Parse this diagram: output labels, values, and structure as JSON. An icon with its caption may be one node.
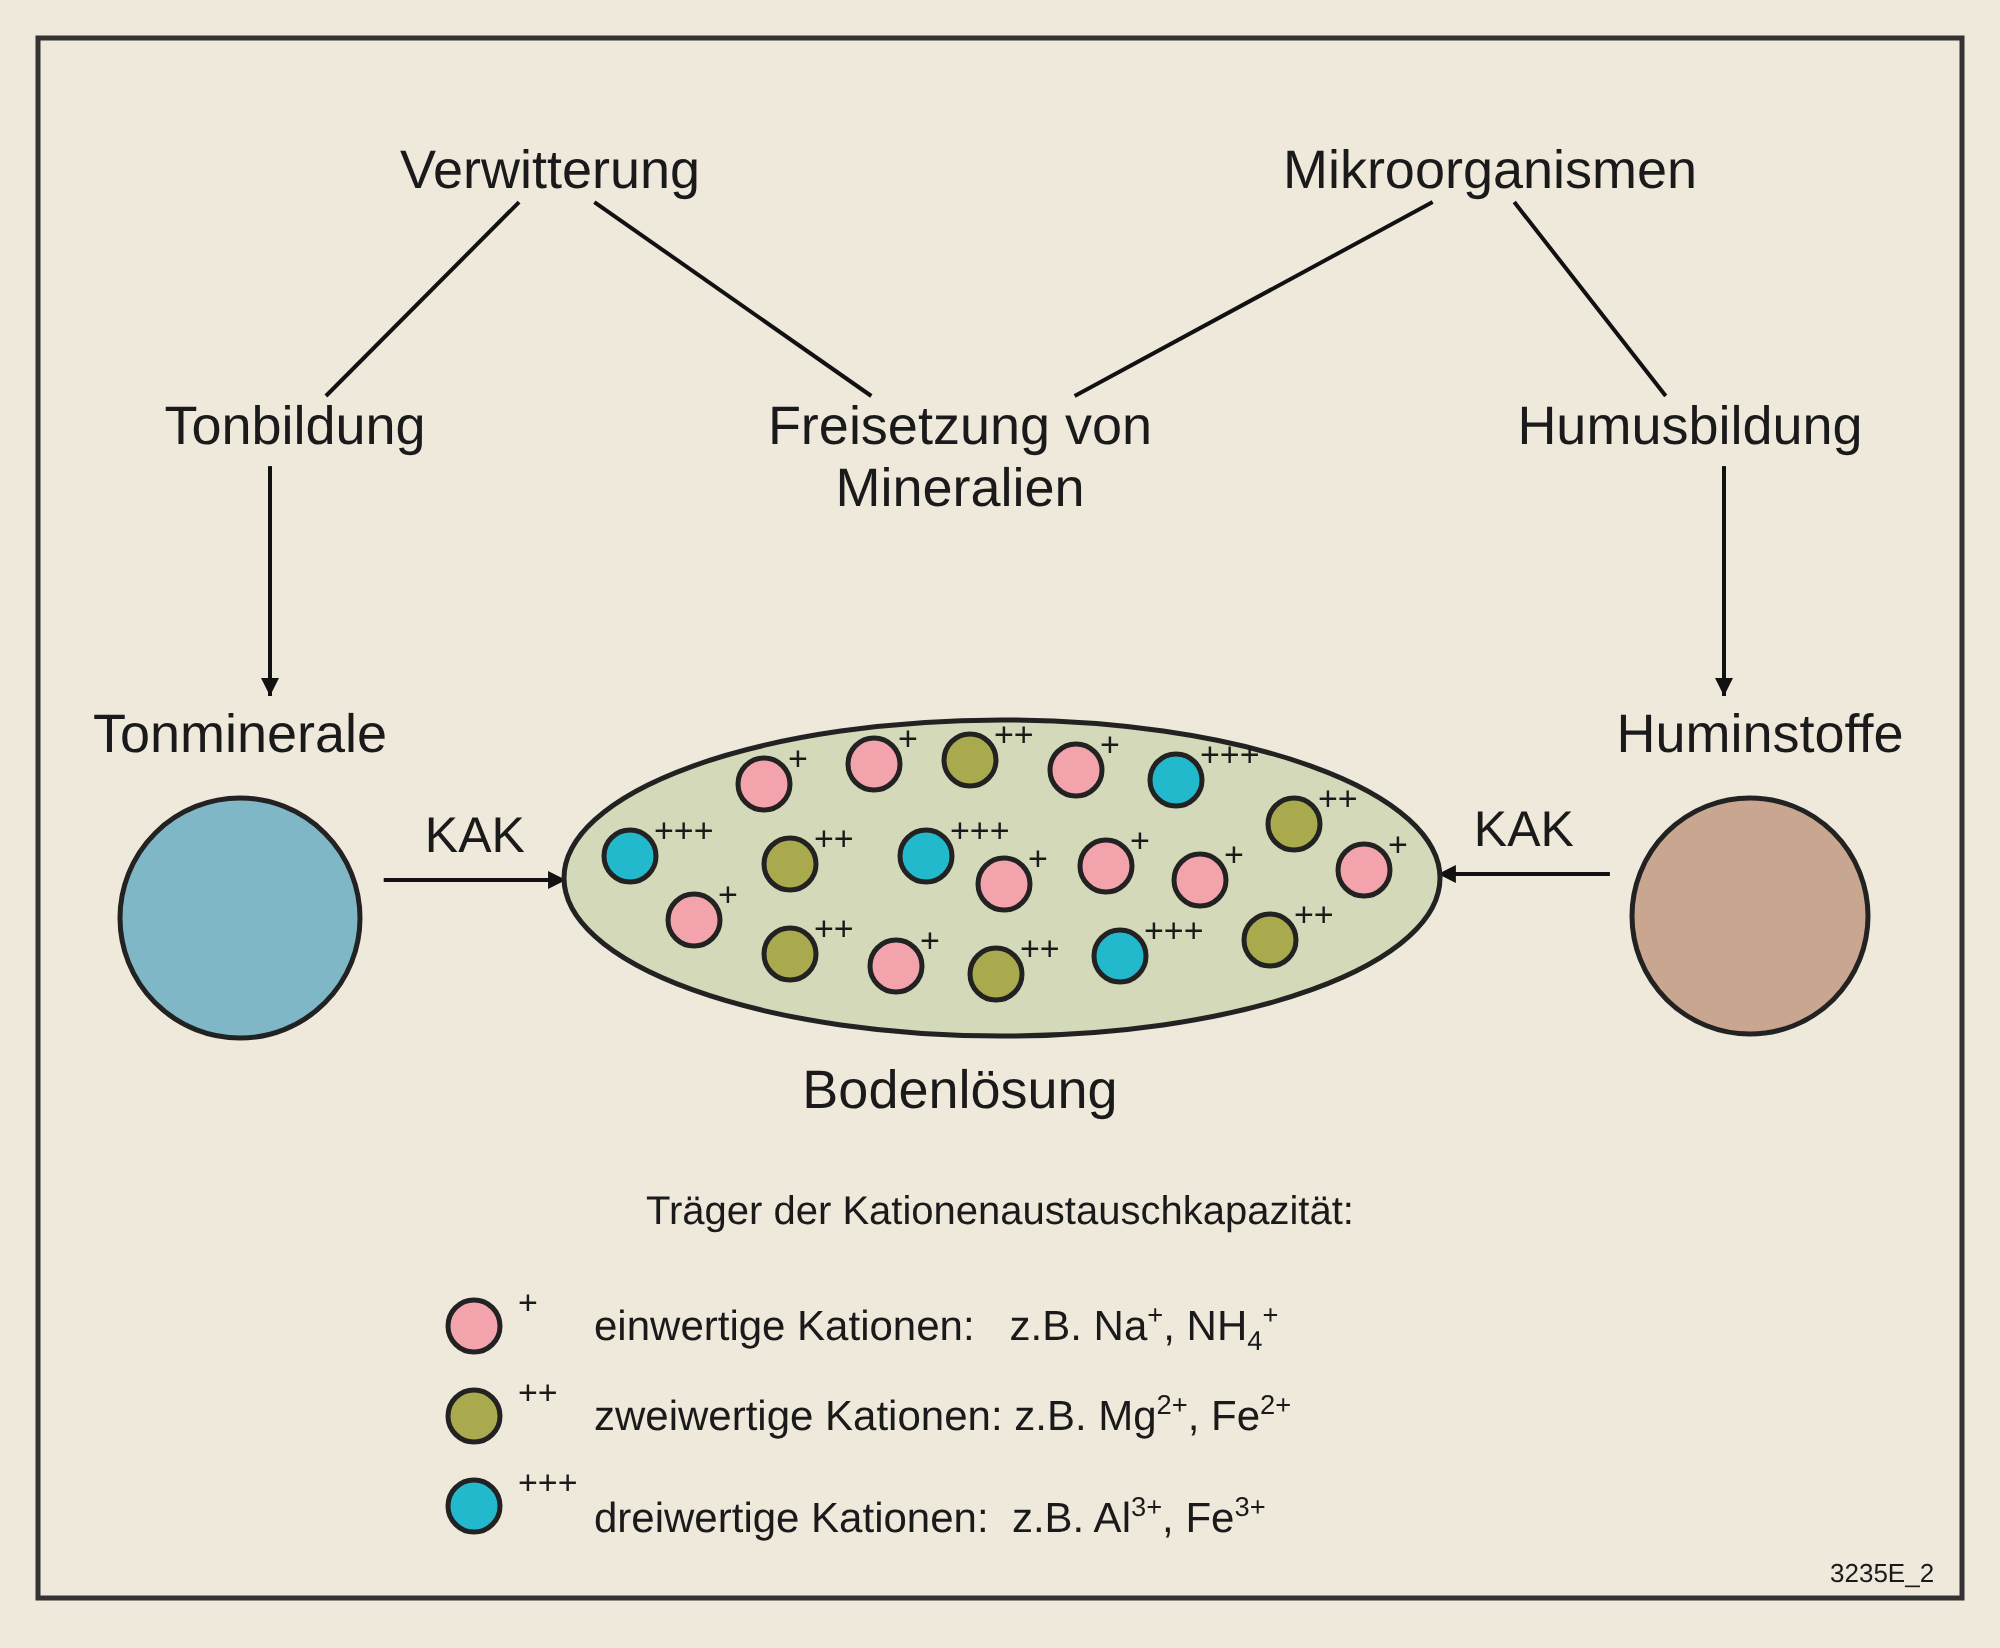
{
  "diagram": {
    "nodes": [
      {
        "text": [
          "Verwitterung"
        ]
      },
      {
        "text": [
          "Mikroorganismen"
        ]
      },
      {
        "text": [
          "Tonbildung"
        ]
      },
      {
        "text": [
          "Freisetzung von Mineralien"
        ]
      },
      {
        "text": [
          "Humusbildung"
        ]
      },
      {
        "text": [
          "Tonminerale"
        ]
      },
      {
        "text": [
          "Huminstoffe"
        ]
      },
      {
        "text": [
          "Bodenlösung"
        ]
      },
      {
        "text": [],
        "shape": "circle",
        "in": 7,
        "beside": [
          "+"
        ]
      },
      {
        "text": [],
        "shape": "circle",
        "in": 7,
        "beside": [
          "+"
        ]
      },
      {
        "text": [],
        "shape": "circle",
        "in": 7,
        "beside": [
          "++"
        ]
      },
      {
        "text": [],
        "shape": "circle",
        "in": 7,
        "beside": [
          "+"
        ]
      },
      {
        "text": [],
        "shape": "circle",
        "in": 7,
        "beside": [
          "+++"
        ]
      },
      {
        "text": [],
        "shape": "circle",
        "in": 7,
        "beside": [
          "++"
        ]
      },
      {
        "text": [],
        "shape": "circle",
        "in": 7,
        "beside": [
          "+++"
        ]
      },
      {
        "text": [],
        "shape": "circle",
        "in": 7,
        "beside": [
          "++"
        ]
      },
      {
        "text": [],
        "shape": "circle",
        "in": 7,
        "beside": [
          "+++"
        ]
      },
      {
        "text": [],
        "shape": "circle",
        "in": 7,
        "beside": [
          "+"
        ]
      },
      {
        "text": [],
        "shape": "circle",
        "in": 7,
        "beside": [
          "+"
        ]
      },
      {
        "text": [],
        "shape": "circle",
        "in": 7,
        "beside": [
          "+"
        ]
      },
      {
        "text": [],
        "shape": "circle",
        "in": 7,
        "beside": [
          "+"
        ]
      },
      {
        "text": [],
        "shape": "circle",
        "in": 7,
        "beside": [
          "+"
        ]
      },
      {
        "text": [],
        "shape": "circle",
        "in": 7,
        "beside": [
          "++"
        ]
      },
      {
        "text": [],
        "shape": "circle",
        "in": 7,
        "beside": [
          "+"
        ]
      },
      {
        "text": [],
        "shape": "circle",
        "in": 7,
        "beside": [
          "++"
        ]
      },
      {
        "text": [],
        "shape": "circle",
        "in": 7,
        "beside": [
          "+++"
        ]
      },
      {
        "text": [],
        "shape": "circle",
        "in": 7,
        "beside": [
          "++"
        ]
      }
    ],
    "edges": [
      {
        "from": 0,
        "to": 2,
        "arrow": "none"
      },
      {
        "from": 0,
        "to": 3,
        "arrow": "none"
      },
      {
        "from": 1,
        "to": 3,
        "arrow": "none"
      },
      {
        "from": 1,
        "to": 4,
        "arrow": "none"
      },
      {
        "from": 2,
        "to": 5,
        "arrow": "to"
      },
      {
        "from": 4,
        "to": 6,
        "arrow": "to"
      },
      {
        "from": 5,
        "to": 7,
        "arrow": "to",
        "label": "KAK"
      },
      {
        "from": 6,
        "to": 7,
        "arrow": "to",
        "label": "KAK"
      }
    ],
    "labels": [
      "Träger der Kationenaustauschkapazität:",
      "+",
      "++",
      "+++",
      "3235E_2"
    ],
    "legend": [
      {
        "text": "einwertige Kationen:   z.B. Na$^{+}$, NH$_{4}$$^{+}$",
        "color": "#f2a3ab"
      },
      {
        "text": "zweiwertige Kationen: z.B. Mg$^{2+}$, Fe$^{2+}$",
        "color": "#a9a94e"
      },
      {
        "text": "dreiwertige Kationen:  z.B. Al$^{3+}$, Fe$^{3+}$",
        "color": "#22b9cc"
      }
    ]
  }
}
